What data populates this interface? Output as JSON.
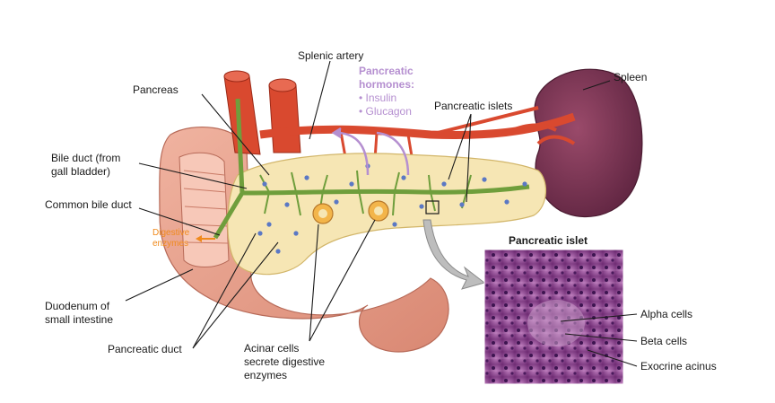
{
  "labels": {
    "splenic_artery": "Splenic artery",
    "pancreas": "Pancreas",
    "spleen": "Spleen",
    "pancreatic_islets": "Pancreatic islets",
    "bile_duct_line1": "Bile duct (from",
    "bile_duct_line2": "gall bladder)",
    "common_bile_duct": "Common bile duct",
    "duodenum_line1": "Duodenum of",
    "duodenum_line2": "small intestine",
    "pancreatic_duct": "Pancreatic duct",
    "acinar_line1": "Acinar cells",
    "acinar_line2": "secrete digestive",
    "acinar_line3": "enzymes"
  },
  "hormones": {
    "title_line1": "Pancreatic",
    "title_line2": "hormones:",
    "items": [
      "• Insulin",
      "• Glucagon"
    ]
  },
  "enzymes": {
    "line1": "Digestive",
    "line2": "enzymes"
  },
  "inset": {
    "title": "Pancreatic islet",
    "alpha_cells": "Alpha cells",
    "beta_cells": "Beta cells",
    "exocrine_acinus": "Exocrine acinus"
  },
  "colors": {
    "artery": "#d9492f",
    "pancreas": "#f6e6b4",
    "duct": "#6f9e3c",
    "islet": "#5b78c4",
    "spleen": "#7a3550",
    "intestine": "#e69c86",
    "hormone_text": "#b58fd0",
    "enzyme_text": "#f08a1c",
    "histology": "#8a3f8c"
  }
}
